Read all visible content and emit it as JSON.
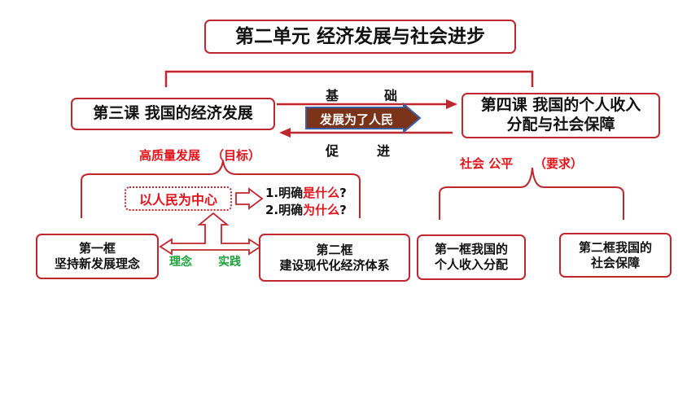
{
  "colors": {
    "accent": "#c0262d",
    "text_red": "#e0131b",
    "text_green": "#1aa33a",
    "arrow_fill": "#7a3318",
    "arrow_border": "#3a5fa8"
  },
  "title": "第二单元  经济发展与社会进步",
  "lesson3": {
    "title": "第三课  我国的经济发展"
  },
  "lesson4": {
    "line1": "第四课  我国的个人收入",
    "line2": "分配与社会保障"
  },
  "link": {
    "top_left": "基",
    "top_right": "础",
    "arrow_text": "发展为了人民",
    "bottom_left": "促",
    "bottom_right": "进"
  },
  "lesson3_aspect": {
    "label": "高质量发展",
    "note": "（目标）"
  },
  "lesson4_aspect": {
    "label": "社会 公平",
    "note": "（要求）"
  },
  "center": {
    "label": "以人民为中心"
  },
  "questions": [
    {
      "prefix": "1.明确",
      "highlight": "是什么",
      "suffix": "?"
    },
    {
      "prefix": "2.明确",
      "highlight": "为什么",
      "suffix": "?"
    }
  ],
  "frames": {
    "f1": {
      "line1": "第一框",
      "line2": "坚持新发展理念"
    },
    "f2": {
      "line1": "第二框",
      "line2": "建设现代化经济体系"
    },
    "f3": {
      "line1": "第一框我国的",
      "line2": "个人收入分配"
    },
    "f4": {
      "line1": "第二框我国的",
      "line2": "社会保障"
    }
  },
  "relations": {
    "left": "理念",
    "right": "实践"
  }
}
